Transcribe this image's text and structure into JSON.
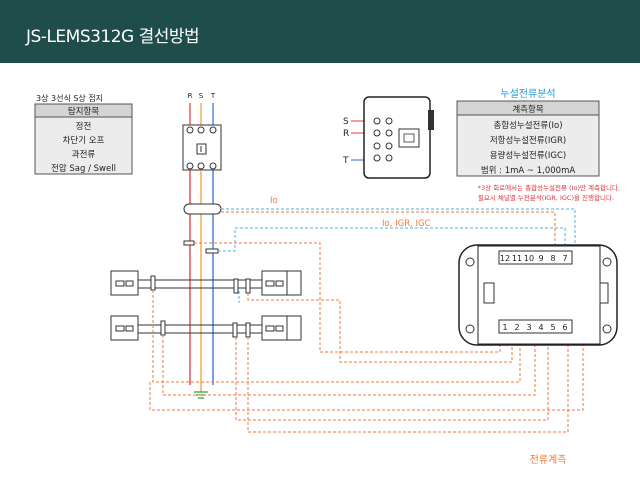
{
  "header": {
    "title": "JS-LEMS312G 결선방법"
  },
  "left_table": {
    "caption": "3상 3선식 S상 접지",
    "header": "탐지항목",
    "rows": [
      "정전",
      "차단기 오프",
      "과전류",
      "전압 Sag / Swell"
    ]
  },
  "right_table": {
    "caption": "누설전류분석",
    "header": "계측항목",
    "rows": [
      "총합성누설전류(Io)",
      "저항성누설전류(IGR)",
      "용량성누설전류(IGC)",
      "범위 : 1mA ~ 1,000mA"
    ]
  },
  "note": {
    "line1": "*3상 회로에서는 총합성누설전류 (Io)만 계측합니다.",
    "line2": "필요시 채널별 누전분석(IGR, IGC)을 진행합니다."
  },
  "phases": {
    "r": "R",
    "s": "S",
    "t": "T"
  },
  "device_terminals": {
    "s": "S",
    "r": "R",
    "t": "T"
  },
  "wire_labels": {
    "io": "Io",
    "io_igr_igc": "Io, IGR, IGC"
  },
  "terminal_top": [
    "12",
    "11",
    "10",
    "9",
    "8",
    "7"
  ],
  "terminal_bottom": [
    "1",
    "2",
    "3",
    "4",
    "5",
    "6"
  ],
  "footer_label": "전류계측",
  "colors": {
    "header_bg": "#1e4d4c",
    "phase_r": "#e03a3a",
    "phase_s": "#f0a030",
    "phase_t": "#2f6fd8",
    "wire_orange": "#f07a3a",
    "wire_cyan": "#4fb0d8",
    "accent_blue": "#1e9ad6"
  }
}
